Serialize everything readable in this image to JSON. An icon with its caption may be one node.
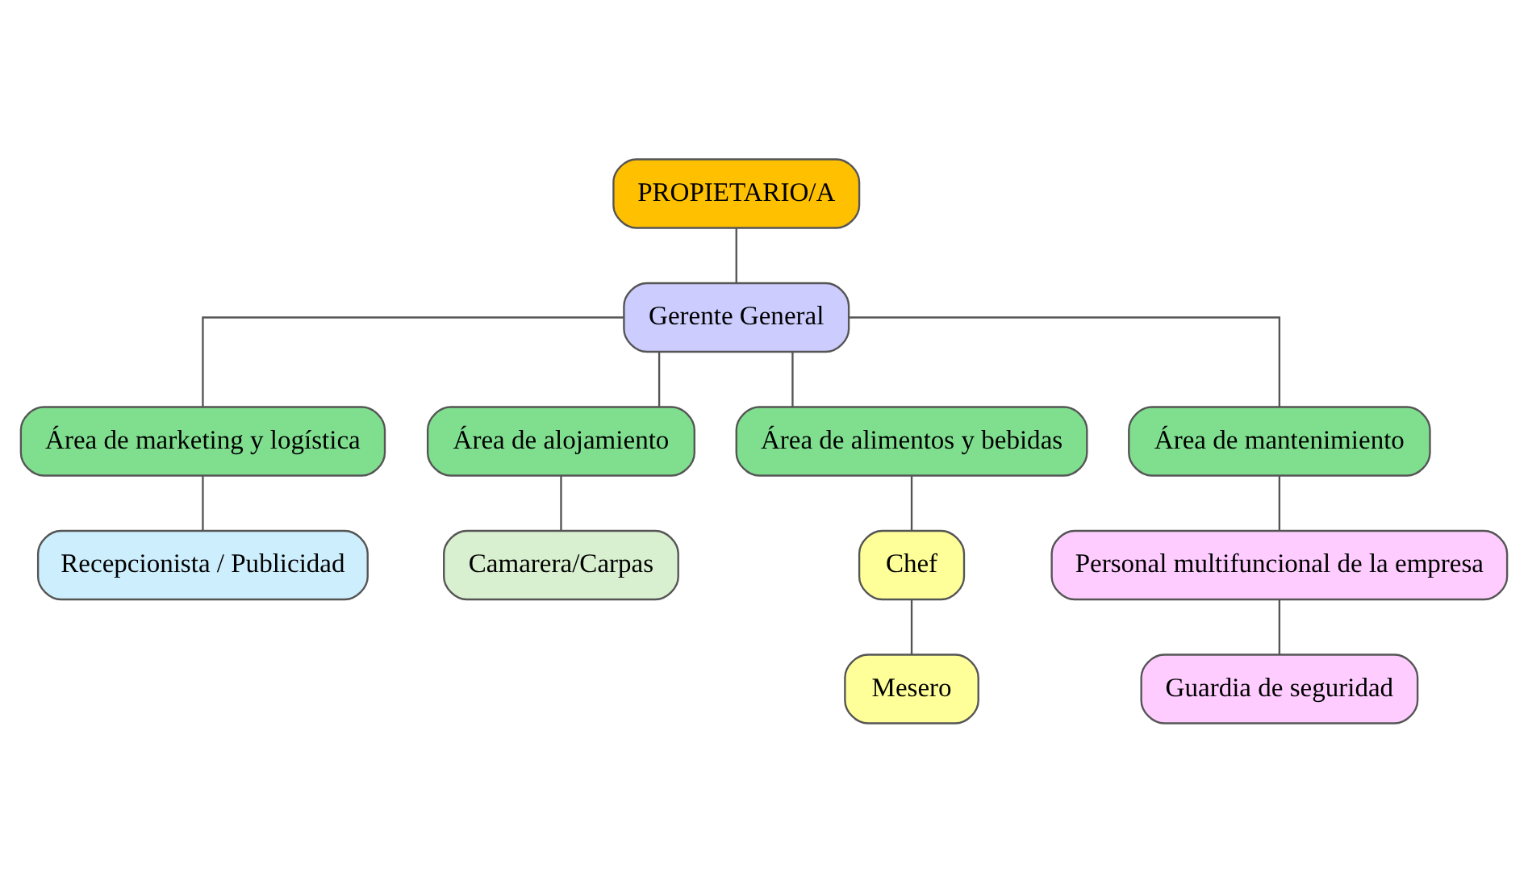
{
  "diagram": {
    "nodes": [
      {
        "text": [
          "PROPIETARIO/A"
        ]
      },
      {
        "text": [
          "Gerente General"
        ]
      },
      {
        "text": [
          "Área de marketing y logística"
        ]
      },
      {
        "text": [
          "Área de alojamiento"
        ]
      },
      {
        "text": [
          "Área de alimentos y bebidas"
        ]
      },
      {
        "text": [
          "Área de mantenimiento"
        ]
      },
      {
        "text": [
          "Recepcionista / Publicidad"
        ]
      },
      {
        "text": [
          "Camarera/Carpas"
        ]
      },
      {
        "text": [
          "Chef"
        ]
      },
      {
        "text": [
          "Mesero"
        ]
      },
      {
        "text": [
          "Personal multifuncional de la empresa"
        ]
      },
      {
        "text": [
          "Guardia de seguridad"
        ]
      }
    ],
    "edges": [
      {
        "from": 0,
        "to": 1,
        "arrow": "none"
      },
      {
        "from": 1,
        "to": 2,
        "arrow": "none"
      },
      {
        "from": 1,
        "to": 3,
        "arrow": "none"
      },
      {
        "from": 1,
        "to": 4,
        "arrow": "none"
      },
      {
        "from": 1,
        "to": 5,
        "arrow": "none"
      },
      {
        "from": 2,
        "to": 6,
        "arrow": "none"
      },
      {
        "from": 3,
        "to": 7,
        "arrow": "none"
      },
      {
        "from": 4,
        "to": 8,
        "arrow": "none"
      },
      {
        "from": 8,
        "to": 9,
        "arrow": "none"
      },
      {
        "from": 5,
        "to": 10,
        "arrow": "none"
      },
      {
        "from": 10,
        "to": 11,
        "arrow": "none"
      }
    ]
  }
}
